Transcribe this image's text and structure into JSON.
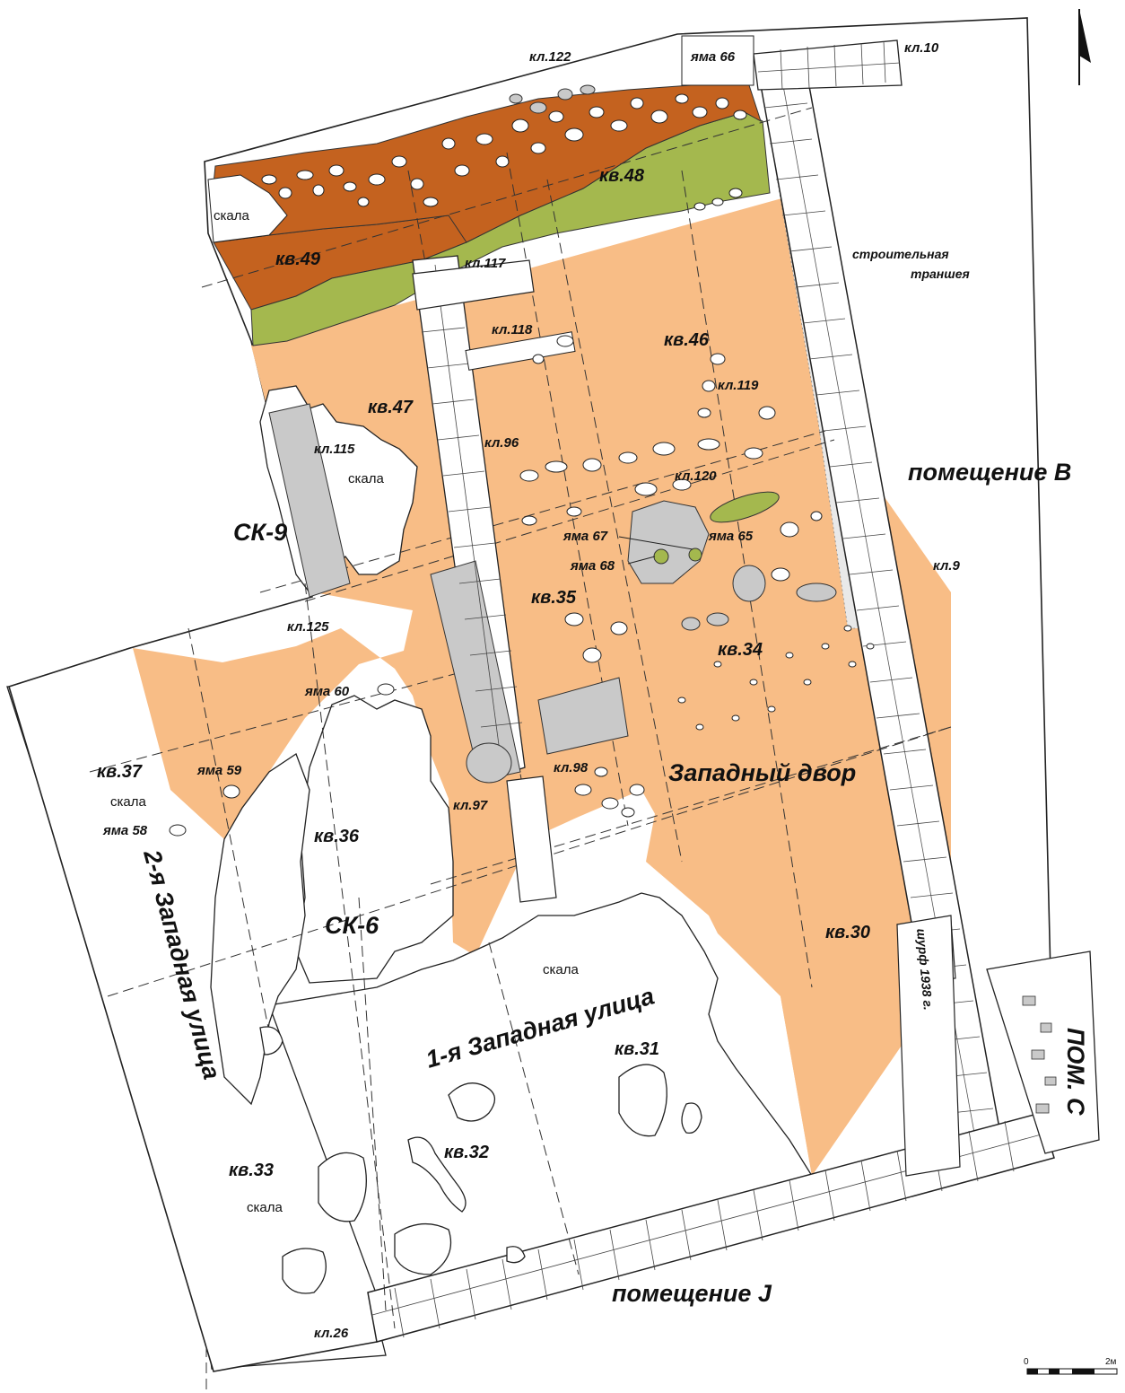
{
  "colors": {
    "courtyard": "#f8bd86",
    "kv48_layer": "#a4b84e",
    "kv49_layer": "#c4621f",
    "rock": "#ffffff",
    "stone_gray": "#c9c9c9",
    "outline": "#222222"
  },
  "labels": {
    "skala_1": "скала",
    "skala_2": "скала",
    "skala_3": "скала",
    "skala_4": "скала",
    "skala_5": "скала",
    "kl122": "кл.122",
    "yama66": "яма 66",
    "kl10": "кл.10",
    "kv48": "кв.48",
    "kv49": "кв.49",
    "kl117": "кл.117",
    "stroit_1": "строительная",
    "stroit_2": "траншея",
    "kl118": "кл.118",
    "kv46": "кв.46",
    "kl119": "кл.119",
    "kv47": "кв.47",
    "kl115": "кл.115",
    "kl96": "кл.96",
    "kl120": "кл.120",
    "pom_b": "помещение В",
    "ck9": "СК-9",
    "yama67": "яма 67",
    "yama65": "яма 65",
    "yama68": "яма 68",
    "kl9": "кл.9",
    "kv35": "кв.35",
    "kl125": "кл.125",
    "kv34": "кв.34",
    "yama60": "яма 60",
    "kv37": "кв.37",
    "yama59": "яма 59",
    "kl98": "кл.98",
    "west_yard": "Западный двор",
    "yama58": "яма 58",
    "kl97": "кл.97",
    "kv36": "кв.36",
    "street2": "2-я Западная улица",
    "ck6": "СК-6",
    "kv30": "кв.30",
    "shurf": "шурф 1938 г.",
    "street1": "1-я Западная улица",
    "kv31": "кв.31",
    "pom_c": "ПОМ. С",
    "kv32": "кв.32",
    "kv33": "кв.33",
    "pom_j": "помещение J",
    "kl26": "кл.26",
    "scale_0": "0",
    "scale_2m": "2м"
  },
  "icons": {
    "north_arrow": "north-arrow-icon",
    "scale_bar": "scale-bar-icon"
  }
}
